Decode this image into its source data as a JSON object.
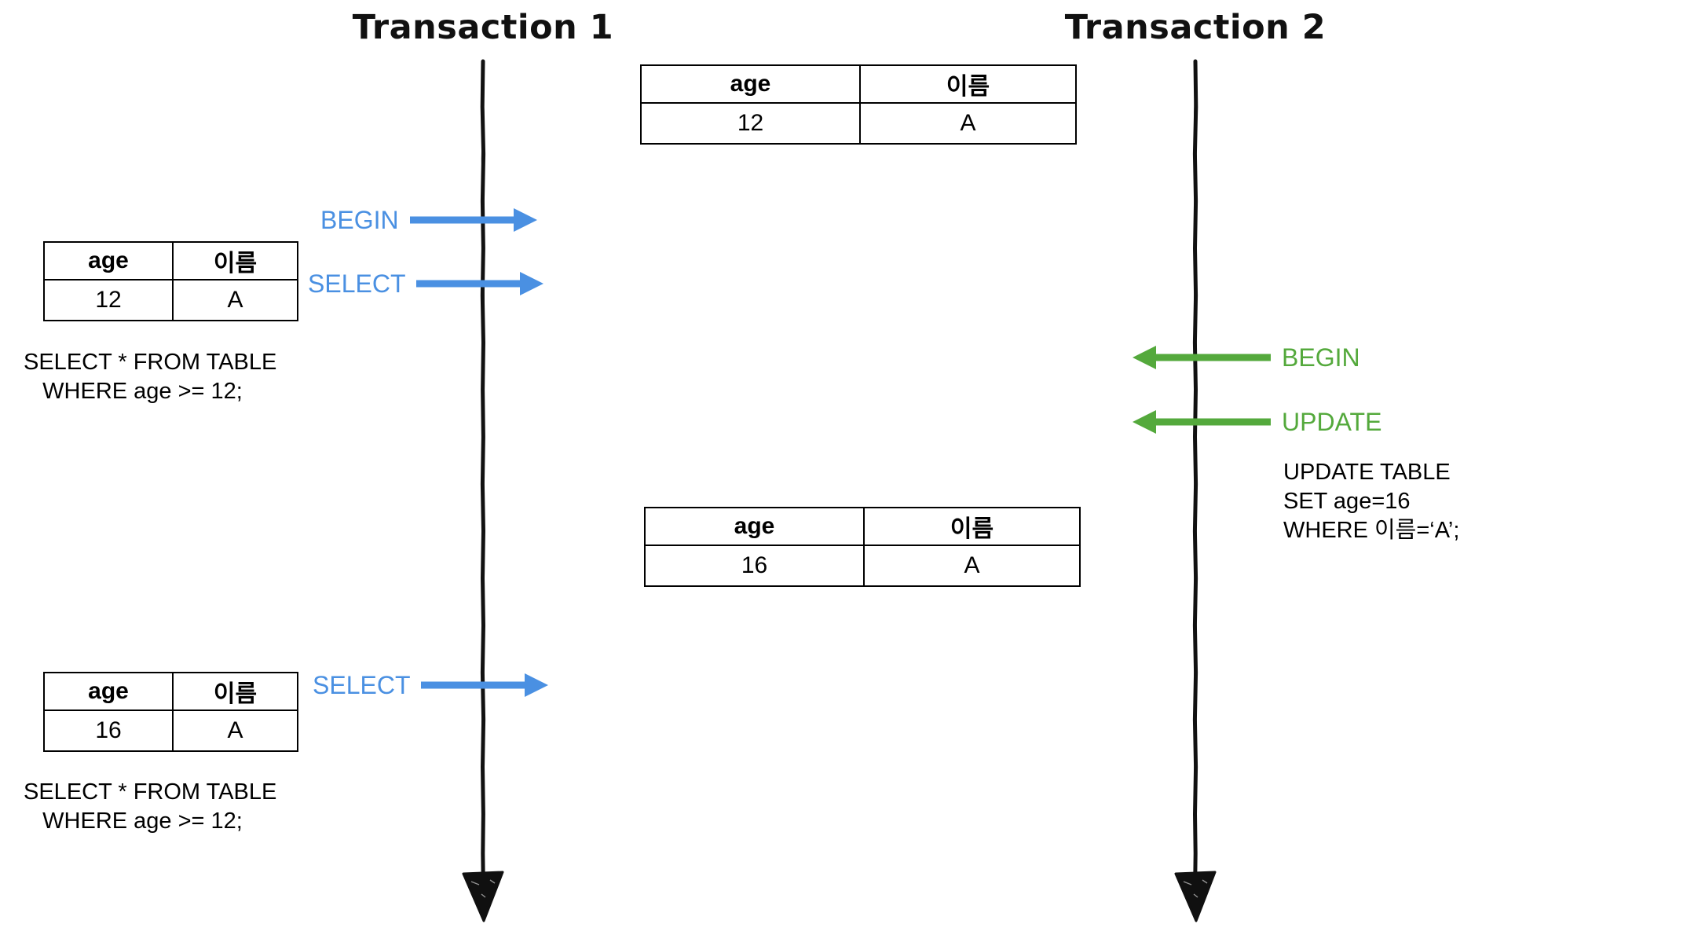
{
  "diagram": {
    "title_hidden": "",
    "lanes": [
      {
        "id": "t1",
        "title": "Transaction 1"
      },
      {
        "id": "t2",
        "title": "Transaction 2"
      }
    ],
    "colors": {
      "transaction1_accent": "#4a90e2",
      "transaction2_accent": "#54a93c",
      "timeline": "#111111",
      "table_border": "#000000",
      "text": "#000000"
    }
  },
  "tables": {
    "columns": [
      "age",
      "이름"
    ],
    "db_initial": {
      "caption_hidden": "",
      "columns": [
        "age",
        "이름"
      ],
      "rows": [
        [
          "12",
          "A"
        ]
      ]
    },
    "db_updated": {
      "columns": [
        "age",
        "이름"
      ],
      "rows": [
        [
          "16",
          "A"
        ]
      ]
    },
    "t1_first_read": {
      "columns": [
        "age",
        "이름"
      ],
      "rows": [
        [
          "12",
          "A"
        ]
      ]
    },
    "t1_second_read": {
      "columns": [
        "age",
        "이름"
      ],
      "rows": [
        [
          "16",
          "A"
        ]
      ]
    }
  },
  "messages": {
    "t1_begin": {
      "label": "BEGIN",
      "direction": "right",
      "color": "#4a90e2"
    },
    "t1_select_1": {
      "label": "SELECT",
      "direction": "right",
      "color": "#4a90e2"
    },
    "t1_select_2": {
      "label": "SELECT",
      "direction": "right",
      "color": "#4a90e2"
    },
    "t2_begin": {
      "label": "BEGIN",
      "direction": "left",
      "color": "#54a93c"
    },
    "t2_update": {
      "label": "UPDATE",
      "direction": "left",
      "color": "#54a93c"
    }
  },
  "sql": {
    "t1_query_1": "SELECT * FROM TABLE\n   WHERE age >= 12;",
    "t1_query_2": "SELECT * FROM TABLE\n   WHERE age >= 12;",
    "t2_update": "UPDATE TABLE\nSET age=16\nWHERE 이름=‘A’;"
  }
}
